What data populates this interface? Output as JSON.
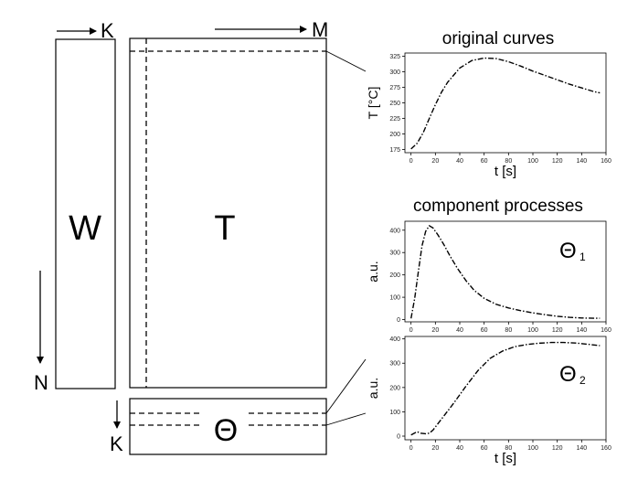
{
  "matrices": {
    "w_label": "W",
    "t_label": "T",
    "theta_label": "Θ",
    "k_top": "K",
    "m_top": "M",
    "n_side": "N",
    "k_bottom": "K"
  },
  "titles": {
    "original": "original curves",
    "components": "component processes"
  },
  "theta1": {
    "symbol": "Θ",
    "subscript": "1"
  },
  "theta2": {
    "symbol": "Θ",
    "subscript": "2"
  },
  "chart_data": [
    {
      "type": "line",
      "title": "original curves",
      "xlabel": "t [s]",
      "ylabel": "T [°C]",
      "xlim": [
        -5,
        160
      ],
      "ylim": [
        170,
        330
      ],
      "xticks": [
        0,
        20,
        40,
        60,
        80,
        100,
        120,
        140,
        160
      ],
      "yticks": [
        175,
        200,
        225,
        250,
        275,
        300,
        325
      ],
      "x": [
        0,
        5,
        10,
        15,
        20,
        25,
        30,
        40,
        50,
        60,
        70,
        80,
        90,
        100,
        110,
        120,
        130,
        140,
        150,
        155
      ],
      "y": [
        176,
        185,
        202,
        225,
        247,
        267,
        283,
        306,
        318,
        322,
        321,
        316,
        309,
        301,
        294,
        287,
        280,
        274,
        268,
        266
      ]
    },
    {
      "type": "line",
      "xlabel": "",
      "ylabel": "a.u.",
      "xlim": [
        -5,
        160
      ],
      "ylim": [
        -10,
        440
      ],
      "xticks": [
        0,
        20,
        40,
        60,
        80,
        100,
        120,
        140,
        160
      ],
      "yticks": [
        0,
        100,
        200,
        300,
        400
      ],
      "x": [
        0,
        3,
        6,
        9,
        12,
        15,
        18,
        22,
        27,
        32,
        38,
        45,
        52,
        60,
        70,
        80,
        90,
        100,
        110,
        120,
        130,
        140,
        150,
        155
      ],
      "y": [
        5,
        95,
        215,
        330,
        395,
        420,
        410,
        380,
        335,
        285,
        230,
        175,
        130,
        95,
        68,
        52,
        40,
        30,
        22,
        15,
        10,
        7,
        6,
        6
      ]
    },
    {
      "type": "line",
      "xlabel": "t [s]",
      "ylabel": "a.u.",
      "xlim": [
        -5,
        160
      ],
      "ylim": [
        -15,
        410
      ],
      "xticks": [
        0,
        20,
        40,
        60,
        80,
        100,
        120,
        140,
        160
      ],
      "yticks": [
        0,
        100,
        200,
        300,
        400
      ],
      "x": [
        0,
        5,
        8,
        12,
        15,
        18,
        25,
        35,
        45,
        55,
        65,
        75,
        85,
        95,
        105,
        115,
        125,
        135,
        145,
        155
      ],
      "y": [
        5,
        18,
        12,
        10,
        12,
        25,
        70,
        135,
        205,
        270,
        320,
        350,
        368,
        377,
        382,
        385,
        385,
        383,
        378,
        372
      ]
    }
  ]
}
